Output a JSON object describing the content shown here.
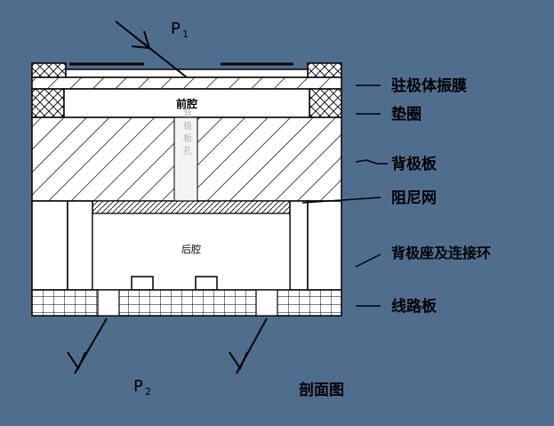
{
  "pressure": {
    "p1": "P",
    "p1_sub": "1",
    "p2": "P",
    "p2_sub": "2"
  },
  "callouts": {
    "diaphragm": "驻极体振膜",
    "spacer": "垫圈",
    "back_plate": "背极板",
    "damping_mesh": "阻尼网",
    "seat_ring": "背极座及连接环",
    "circuit_board": "线路板"
  },
  "inner": {
    "front_cavity": "前腔",
    "back_cavity": "后腔",
    "hole": "背极板孔"
  },
  "caption": "剖面图",
  "colors": {
    "background": "#4f6e8e",
    "body": "#ffffff",
    "line": "#000000"
  }
}
